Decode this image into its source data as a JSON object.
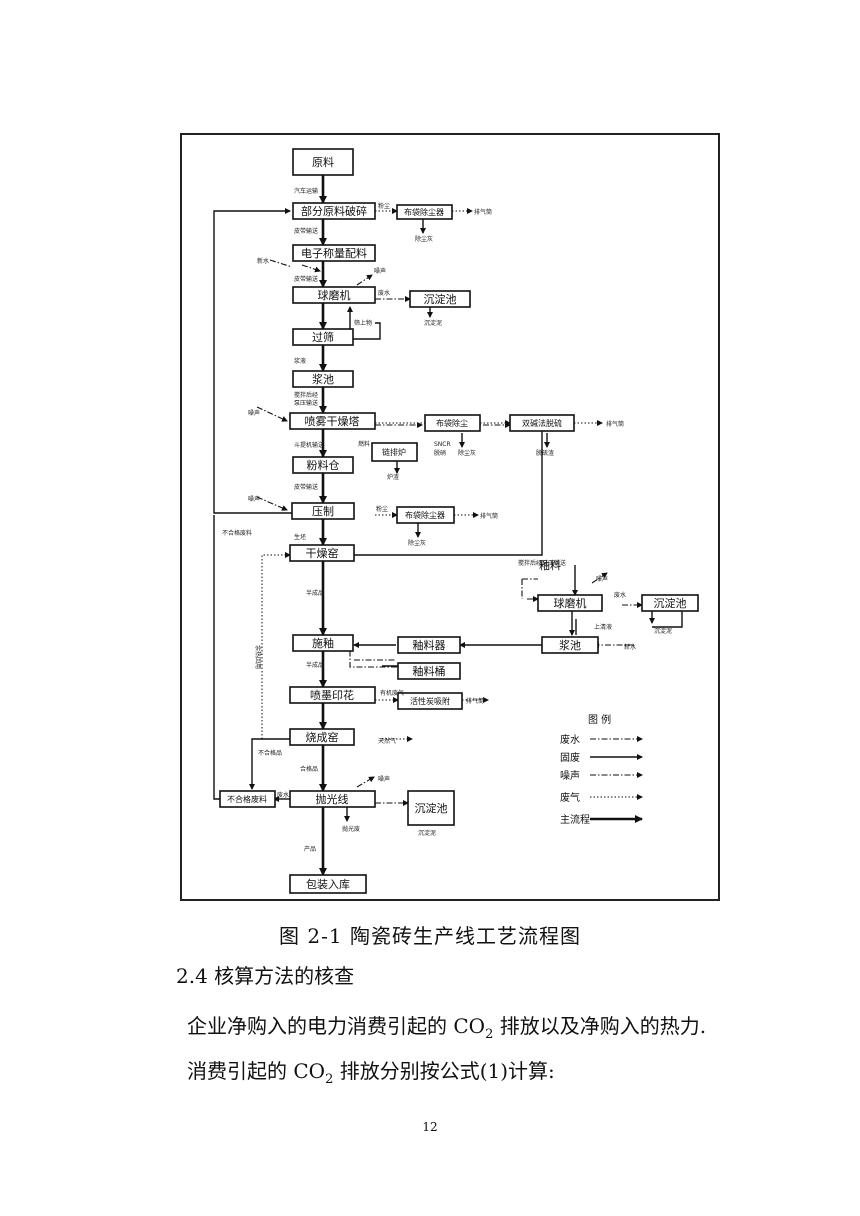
{
  "flowchart": {
    "nodes": {
      "raw": "原料",
      "crush": "部分原料破碎",
      "bag1": "布袋除尘器",
      "weigh": "电子称量配料",
      "mill": "球磨机",
      "settle1": "沉淀池",
      "sieve": "过筛",
      "slurry": "浆池",
      "spray": "喷雾干燥塔",
      "bag2": "布袋除尘",
      "desulf": "双碱法脱硫",
      "furnace": "链排炉",
      "silo": "粉料仓",
      "press": "压制",
      "bag3": "布袋除尘器",
      "dryer": "干燥窑",
      "glaze": "釉料",
      "gmill": "球磨机",
      "settle2": "沉淀池",
      "gslurry": "浆池",
      "glazing": "施釉",
      "glazer": "釉料器",
      "gtank": "釉料桶",
      "print": "喷墨印花",
      "activ": "活性炭吸附",
      "kiln": "烧成窑",
      "reject": "不合格废料",
      "polish": "抛光线",
      "settle3": "沉淀池",
      "pack": "包装入库"
    },
    "labels": {
      "truck": "汽车运输",
      "dust": "粉尘",
      "exhaust": "排气筒",
      "dustash": "除尘灰",
      "belt": "皮带输送",
      "newwater": "新水",
      "noise": "噪声",
      "ww": "废水",
      "sludge": "沉淀泥",
      "oversize": "筛上物",
      "screened": "浆液",
      "stir": "搅拌后经",
      "pipe": "泵压输送",
      "pwbelt": "斗提机输送",
      "coal": "燃料",
      "sncr": "SNCR",
      "denitr": "脱硝",
      "slag": "炉渣",
      "slagsalt": "脱硫渣",
      "rejmat": "不合格废料",
      "greenbody": "生坯",
      "waste_loop": "余热回用",
      "semi": "半成品",
      "qualified": "合格品",
      "unqualified": "不合格品",
      "natgas": "天然气",
      "polishwaste": "抛光废",
      "product": "产品",
      "vocs": "有机废气",
      "upperliq": "上清液",
      "mixbelt": "搅拌后经泵压输送"
    },
    "legend": {
      "title": "图 例",
      "items": [
        "废水",
        "固废",
        "噪声",
        "废气",
        "主流程"
      ]
    }
  },
  "caption": "图 2-1  陶瓷砖生产线工艺流程图",
  "section_heading": "2.4  核算方法的核查",
  "para1_a": "企业净购入的电力消费引起的 CO",
  "para1_sub": "2",
  "para1_b": " 排放以及净购入的热力.",
  "para2_a": "消费引起的 CO",
  "para2_sub": "2",
  "para2_b": " 排放分别按公式(1)计算:",
  "page_number": "12"
}
